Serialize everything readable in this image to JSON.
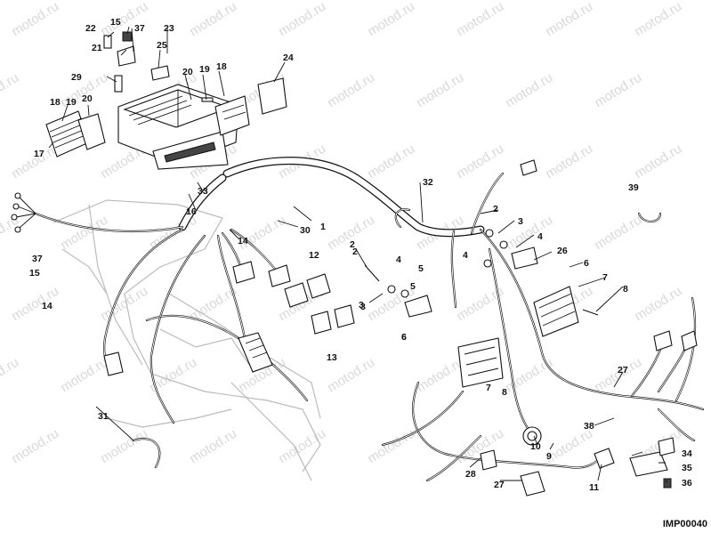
{
  "watermark": "motod.ru",
  "figure_code": "IMP00040",
  "callouts": [
    "22",
    "15",
    "37",
    "23",
    "25",
    "21",
    "29",
    "20",
    "19",
    "18",
    "24",
    "18",
    "19",
    "20",
    "17",
    "33",
    "16",
    "14",
    "1",
    "30",
    "2",
    "3",
    "4",
    "5",
    "37",
    "15",
    "14",
    "12",
    "13",
    "2",
    "3",
    "4",
    "5",
    "6",
    "32",
    "39",
    "2",
    "3",
    "4",
    "26",
    "6",
    "7",
    "8",
    "27",
    "7",
    "8",
    "6",
    "38",
    "10",
    "9",
    "34",
    "35",
    "36",
    "11",
    "31",
    "28",
    "27"
  ]
}
